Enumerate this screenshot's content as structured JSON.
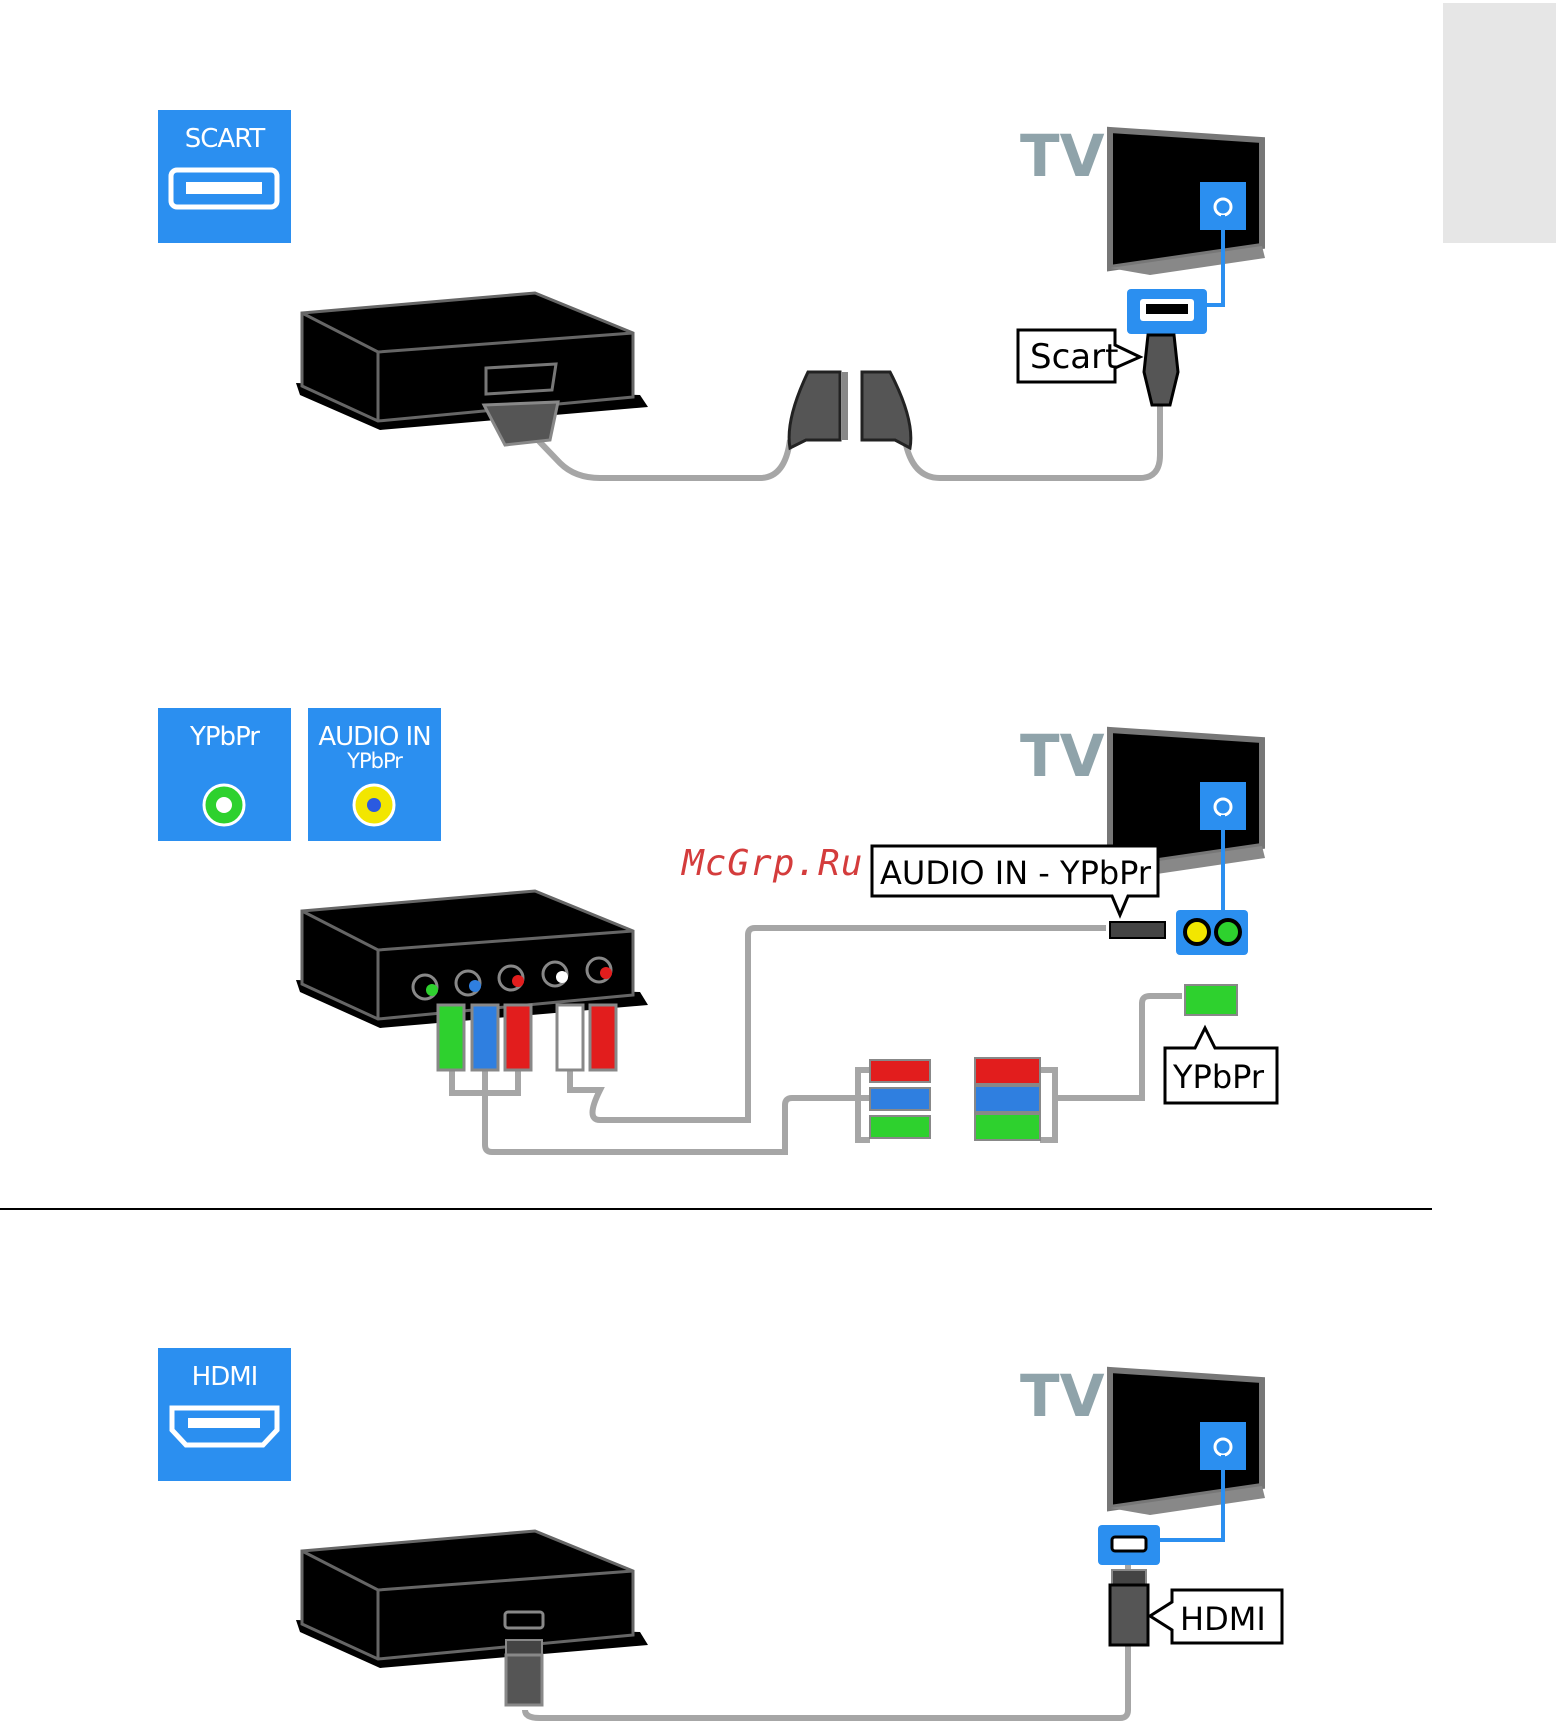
{
  "sections": [
    {
      "badges": [
        {
          "label": "SCART",
          "icon": "scart-port-icon"
        }
      ],
      "tv_label": "TV",
      "callouts": [
        "Scart"
      ]
    },
    {
      "badges": [
        {
          "label": "YPbPr",
          "sub": "",
          "icon": "green-jack-icon"
        },
        {
          "label": "AUDIO IN",
          "sub": "YPbPr",
          "icon": "yellow-jack-icon"
        }
      ],
      "tv_label": "TV",
      "callouts": [
        "AUDIO IN - YPbPr",
        "YPbPr"
      ]
    },
    {
      "badges": [
        {
          "label": "HDMI",
          "icon": "hdmi-port-icon"
        }
      ],
      "tv_label": "TV",
      "callouts": [
        "HDMI"
      ]
    }
  ],
  "watermark": "McGrp.Ru",
  "colors": {
    "badge_blue": "#2b8ff0",
    "cable_gray": "#a6a6a6",
    "tv_label_gray": "#8fa3aa",
    "green": "#2ed12e",
    "blue": "#2f7fe0",
    "red": "#e21d1d",
    "yellow": "#f2e600"
  }
}
